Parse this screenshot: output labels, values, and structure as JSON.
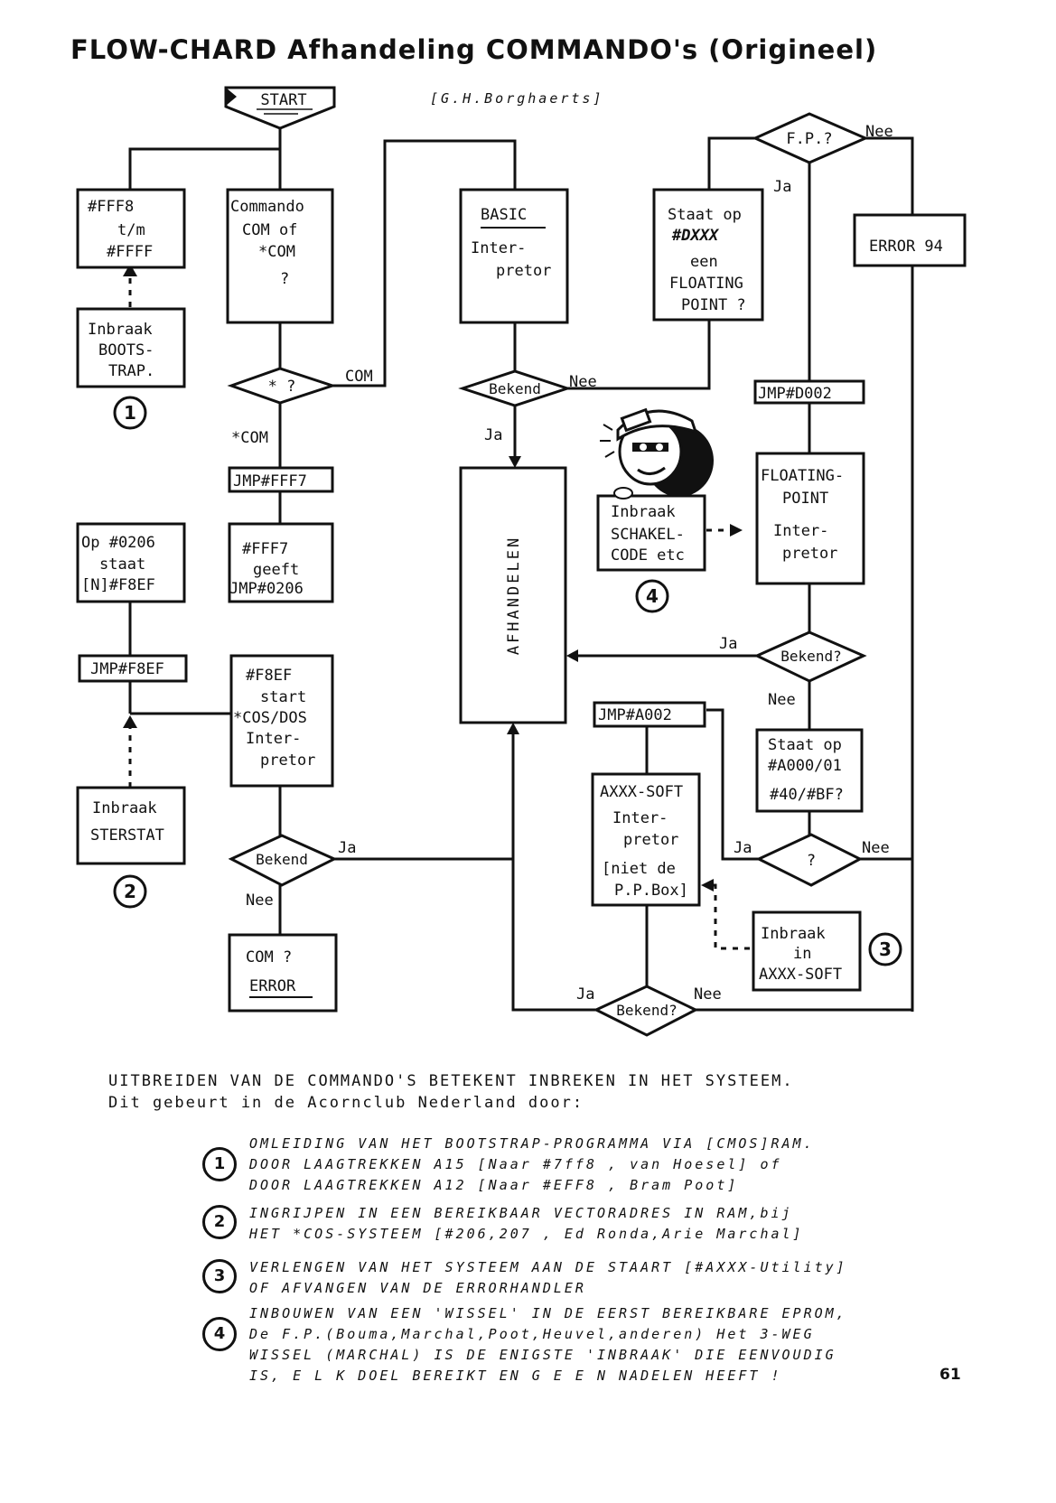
{
  "title": "FLOW-CHARD Afhandeling COMMANDO's (Origineel)",
  "author": "[G.H.Borghaerts]",
  "boxes": {
    "start": "START",
    "fff8": [
      "#FFF8",
      "t/m",
      "#FFFF"
    ],
    "commando": [
      "Commando",
      "COM of",
      "*COM",
      "?"
    ],
    "basic": [
      "BASIC",
      "Inter-",
      "pretor"
    ],
    "staat_dxxx": [
      "Staat op",
      "#DXXX",
      "een",
      "FLOATING",
      "POINT ?"
    ],
    "error94": "ERROR 94",
    "bootstrap": [
      "Inbraak",
      "BOOTS-",
      "TRAP."
    ],
    "jmp_fff7": "JMP#FFF7",
    "op0206": [
      "Op #0206",
      "staat",
      "[N]#F8EF"
    ],
    "fff7": [
      "#FFF7",
      "geeft",
      "JMP#0206"
    ],
    "jmp_f8ef": "JMP#F8EF",
    "f8ef": [
      "#F8EF",
      "start",
      "*COS/DOS",
      "Inter-",
      "pretor"
    ],
    "sterstat": [
      "Inbraak",
      "STERSTAT"
    ],
    "com_error": [
      "COM ?",
      "ERROR"
    ],
    "afhandelen": "AFHANDELEN",
    "jmp_d002": "JMP#D002",
    "fp_interp": [
      "FLOATING-",
      "POINT",
      "Inter-",
      "pretor"
    ],
    "schakel": [
      "Inbraak",
      "SCHAKEL-",
      "CODE etc"
    ],
    "jmp_a002": "JMP#A002",
    "axxx": [
      "AXXX-SOFT",
      "Inter-",
      "pretor",
      "[niet de",
      "P.P.Box]"
    ],
    "staat_a000": [
      "Staat op",
      "#A000/01",
      "#40/#BF?"
    ],
    "inbraak_axxx": [
      "Inbraak",
      "in",
      "AXXX-SOFT"
    ]
  },
  "decisions": {
    "star": "* ?",
    "bekend_basic": "Bekend",
    "fp": "F.P.?",
    "bekend_fp": "Bekend?",
    "bekend_cos": "Bekend",
    "q": "?",
    "bekend_axxx": "Bekend?"
  },
  "labels": {
    "com": "COM",
    "star_com": "*COM",
    "ja": "Ja",
    "nee": "Nee"
  },
  "markers": [
    "1",
    "2",
    "3",
    "4"
  ],
  "footer": {
    "line1": "UITBREIDEN VAN DE COMMANDO'S BETEKENT INBREKEN IN HET SYSTEEM.",
    "line2": "Dit gebeurt in de Acornclub Nederland door:"
  },
  "notes": [
    {
      "num": "1",
      "lines": [
        "OMLEIDING VAN HET BOOTSTRAP-PROGRAMMA VIA [CMOS]RAM.",
        "DOOR LAAGTREKKEN A15 [Naar #7ff8 , van Hoesel] of",
        "DOOR LAAGTREKKEN A12 [Naar #EFF8 , Bram Poot]"
      ]
    },
    {
      "num": "2",
      "lines": [
        "INGRIJPEN IN EEN BEREIKBAAR VECTORADRES IN RAM,bij",
        "HET *COS-SYSTEEM [#206,207 , Ed Ronda,Arie Marchal]"
      ]
    },
    {
      "num": "3",
      "lines": [
        "VERLENGEN VAN HET SYSTEEM AAN DE STAART [#AXXX-Utility]",
        "OF AFVANGEN VAN DE ERRORHANDLER"
      ]
    },
    {
      "num": "4",
      "lines": [
        "INBOUWEN VAN EEN 'WISSEL' IN DE EERST BEREIKBARE EPROM,",
        "De F.P.(Bouma,Marchal,Poot,Heuvel,anderen) Het 3-WEG",
        "WISSEL (MARCHAL) IS DE ENIGSTE 'INBRAAK' DIE EENVOUDIG",
        "IS, E L K DOEL BEREIKT EN G E E N NADELEN HEEFT !"
      ]
    }
  ],
  "page_number": "61"
}
